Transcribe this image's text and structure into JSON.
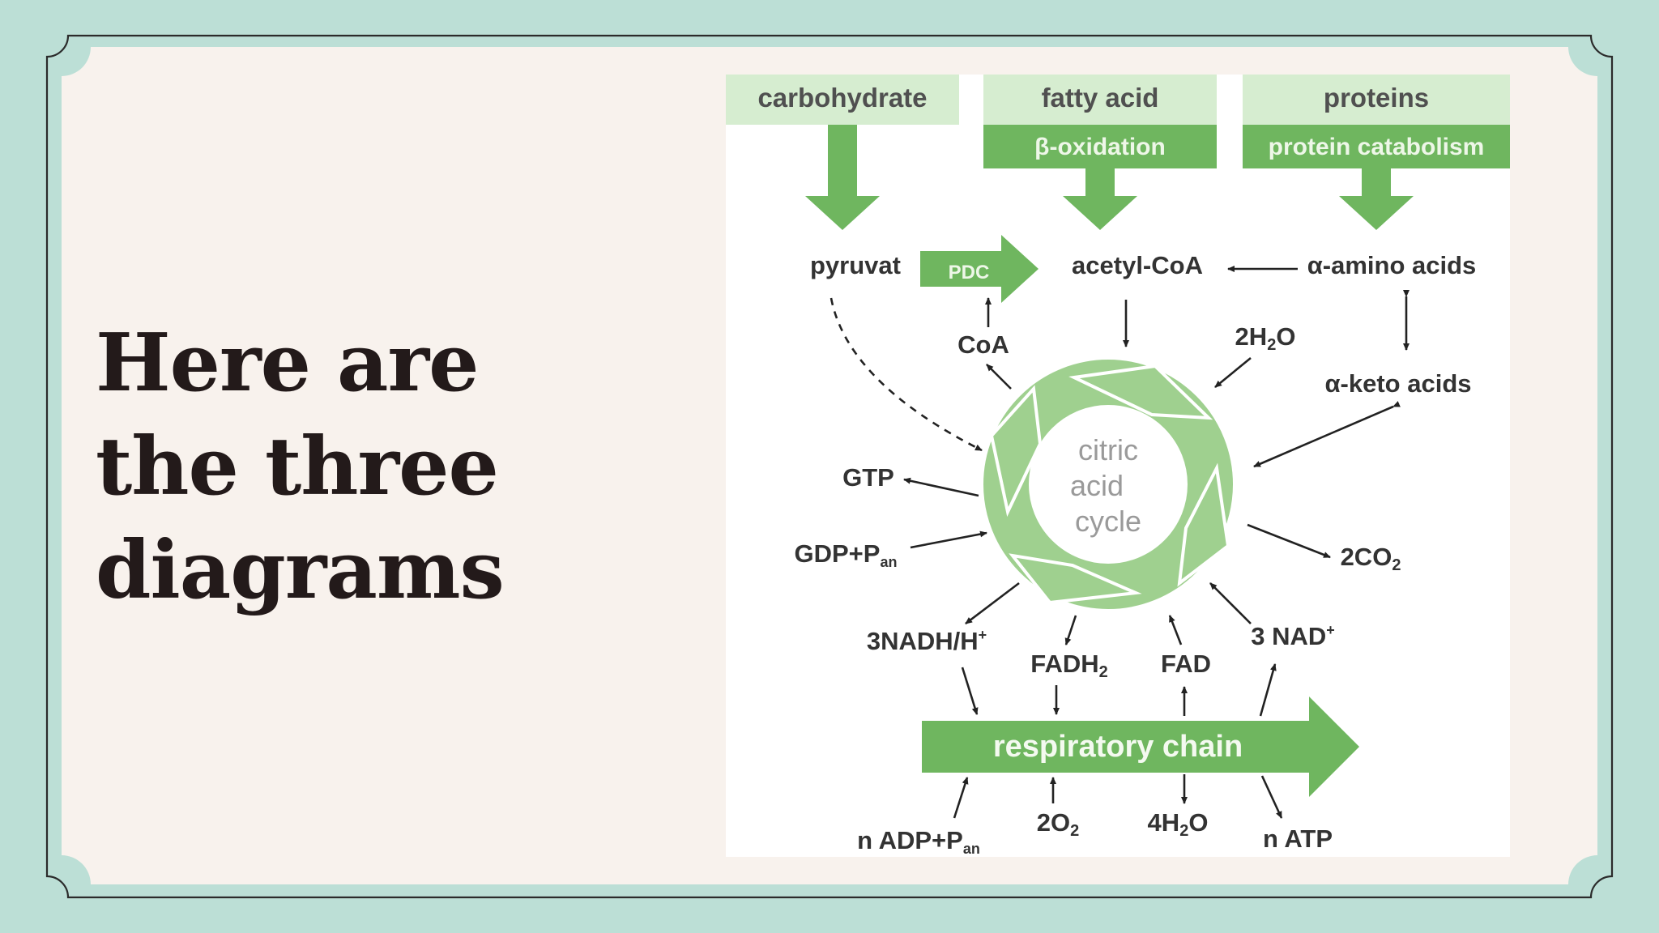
{
  "slide": {
    "title_lines": [
      "Here are",
      "the three",
      "diagrams"
    ]
  },
  "colors": {
    "background": "#bcdfd6",
    "panel": "#f8f2ed",
    "border": "#2b2b2b",
    "title": "#231a1a",
    "green_dark": "#6fb65f",
    "green_light": "#d6edd0",
    "cycle_green": "#9fd08f"
  },
  "diagram": {
    "sources": [
      {
        "label": "carbohydrate",
        "process": ""
      },
      {
        "label": "fatty acid",
        "process": "β-oxidation"
      },
      {
        "label": "proteins",
        "process": "protein catabolism"
      }
    ],
    "pyruvate": "pyruvat",
    "pdc": "PDC",
    "acetyl_coa": "acetyl-CoA",
    "amino_acids": "α-amino acids",
    "keto_acids": "α-keto acids",
    "coa": "CoA",
    "water_in": {
      "base": "2H",
      "sub": "2",
      "rest": "O"
    },
    "cycle_lines": [
      "citric",
      "acid",
      "cycle"
    ],
    "gtp": "GTP",
    "gdp_pi": {
      "base": "GDP+P",
      "sub": "an"
    },
    "co2_out": {
      "base": "2CO",
      "sub": "2"
    },
    "nadh": {
      "base": "3NADH/H",
      "sup": "+"
    },
    "fadh2": {
      "base": "FADH",
      "sub": "2"
    },
    "fad": "FAD",
    "nad": {
      "base": "3 NAD",
      "sup": "+"
    },
    "respiratory_chain": "respiratory chain",
    "adp_pi": {
      "base": "n ADP+P",
      "sub": "an"
    },
    "oxygen": {
      "base": "2O",
      "sub": "2"
    },
    "water_out": {
      "base": "4H",
      "sub": "2",
      "rest": "O"
    },
    "atp": "n ATP"
  }
}
